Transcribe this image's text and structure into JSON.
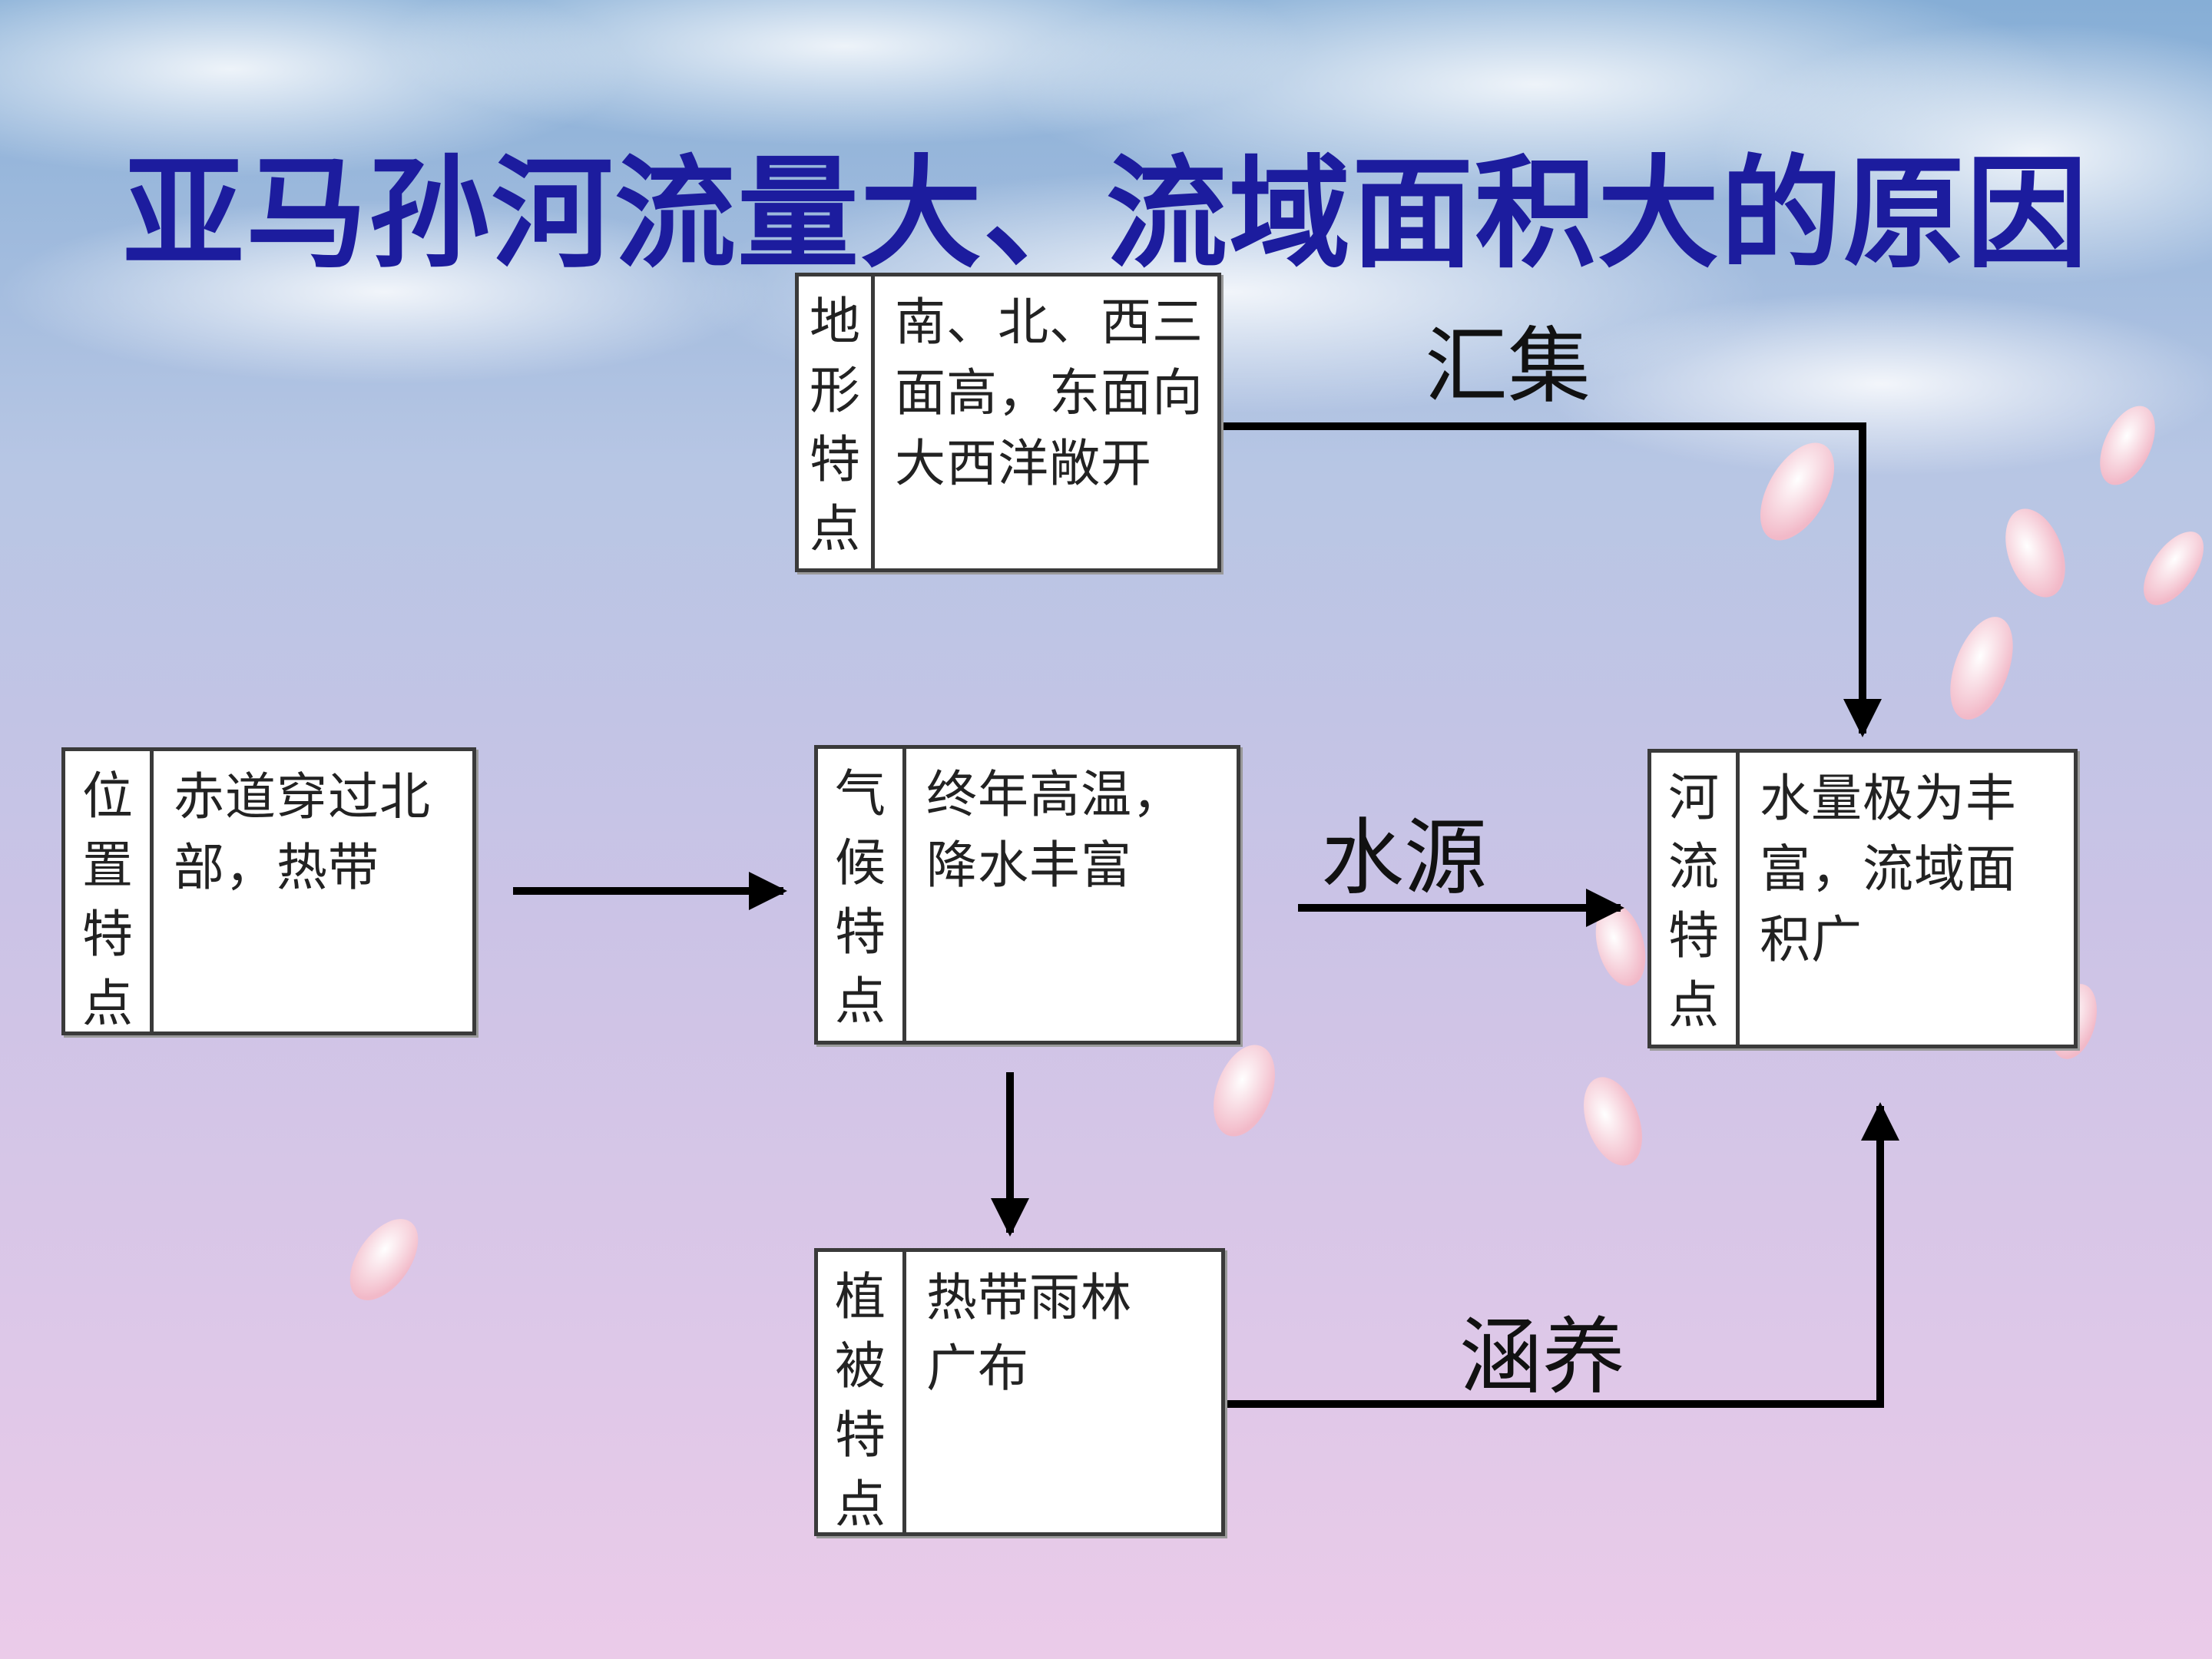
{
  "title": "亚马孙河流量大、流域面积大的原因",
  "colors": {
    "title": "#1c1c9e",
    "line": "#000000",
    "box_border": "#3a3a3a"
  },
  "boxes": {
    "terrain": {
      "label": [
        "地",
        "形",
        "特",
        "点"
      ],
      "lines": [
        "南、北、西三",
        "面高，东面向",
        "大西洋敞开"
      ]
    },
    "location": {
      "label": [
        "位",
        "置",
        "特",
        "点"
      ],
      "lines": [
        "赤道穿过北",
        "部，热带"
      ]
    },
    "climate": {
      "label": [
        "气",
        "候",
        "特",
        "点"
      ],
      "lines": [
        "终年高温，",
        "降水丰富"
      ]
    },
    "river": {
      "label": [
        "河",
        "流",
        "特",
        "点"
      ],
      "lines": [
        "水量极为丰",
        "富，流域面",
        "积广"
      ]
    },
    "vegetation": {
      "label": [
        "植",
        "被",
        "特",
        "点"
      ],
      "lines": [
        "热带雨林",
        "广布"
      ]
    }
  },
  "flow_labels": {
    "converge": "汇集",
    "water_source": "水源",
    "conserve": "涵养"
  }
}
